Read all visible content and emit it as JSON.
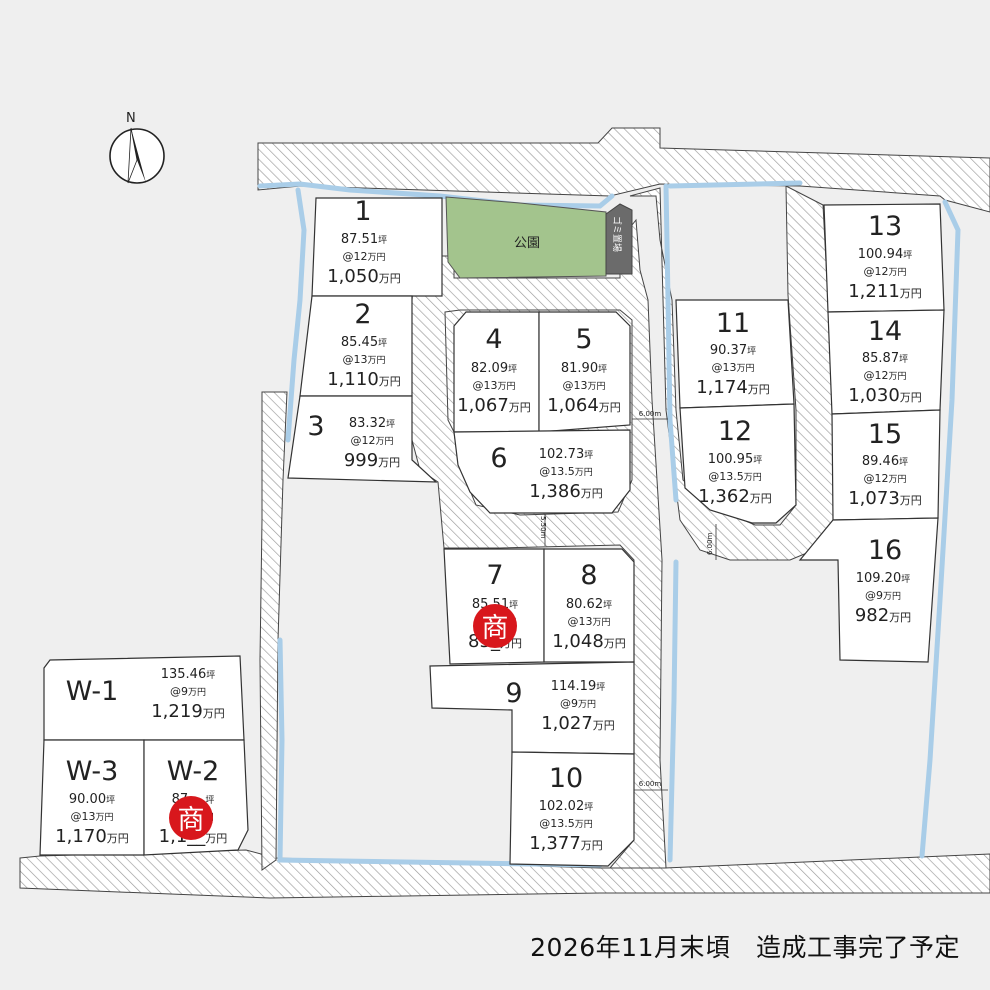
{
  "compass": {
    "label": "N",
    "icon": "north-arrow-icon"
  },
  "park": {
    "label": "公園",
    "color": "#a3c48d"
  },
  "garbage": {
    "label": "ゴミ置場"
  },
  "road_widths": {
    "a": "6.00m",
    "b": "5.50m",
    "c": "6.00m",
    "d": "6.00m"
  },
  "commercial_badge": {
    "label": "商",
    "color": "#d8171c"
  },
  "lots": {
    "l1": {
      "num": "1",
      "area": "87.51",
      "unit_price": "@12",
      "price": "1,050"
    },
    "l2": {
      "num": "2",
      "area": "85.45",
      "unit_price": "@13",
      "price": "1,110"
    },
    "l3": {
      "num": "3",
      "area": "83.32",
      "unit_price": "@12",
      "price": "999"
    },
    "l4": {
      "num": "4",
      "area": "82.09",
      "unit_price": "@13",
      "price": "1,067"
    },
    "l5": {
      "num": "5",
      "area": "81.90",
      "unit_price": "@13",
      "price": "1,064"
    },
    "l6": {
      "num": "6",
      "area": "102.73",
      "unit_price": "@13.5",
      "price": "1,386"
    },
    "l7": {
      "num": "7",
      "area": "85.51",
      "unit_price": "@13",
      "price": "83_"
    },
    "l8": {
      "num": "8",
      "area": "80.62",
      "unit_price": "@13",
      "price": "1,048"
    },
    "l9": {
      "num": "9",
      "area": "114.19",
      "unit_price": "@9",
      "price": "1,027"
    },
    "l10": {
      "num": "10",
      "area": "102.02",
      "unit_price": "@13.5",
      "price": "1,377"
    },
    "l11": {
      "num": "11",
      "area": "90.37",
      "unit_price": "@13",
      "price": "1,174"
    },
    "l12": {
      "num": "12",
      "area": "100.95",
      "unit_price": "@13.5",
      "price": "1,362"
    },
    "l13": {
      "num": "13",
      "area": "100.94",
      "unit_price": "@12",
      "price": "1,211"
    },
    "l14": {
      "num": "14",
      "area": "85.87",
      "unit_price": "@12",
      "price": "1,030"
    },
    "l15": {
      "num": "15",
      "area": "89.46",
      "unit_price": "@12",
      "price": "1,073"
    },
    "l16": {
      "num": "16",
      "area": "109.20",
      "unit_price": "@9",
      "price": "982"
    },
    "w1": {
      "num": "W-1",
      "area": "135.46",
      "unit_price": "@9",
      "price": "1,219"
    },
    "w2": {
      "num": "W-2",
      "area": "87.__",
      "unit_price": "@1_",
      "price": "1,1__"
    },
    "w3": {
      "num": "W-3",
      "area": "90.00",
      "unit_price": "@13",
      "price": "1,170"
    }
  },
  "units": {
    "tsubo": "坪",
    "man_yen": "万円"
  },
  "footer": {
    "schedule": "2026年11月末頃　造成工事完了予定"
  }
}
